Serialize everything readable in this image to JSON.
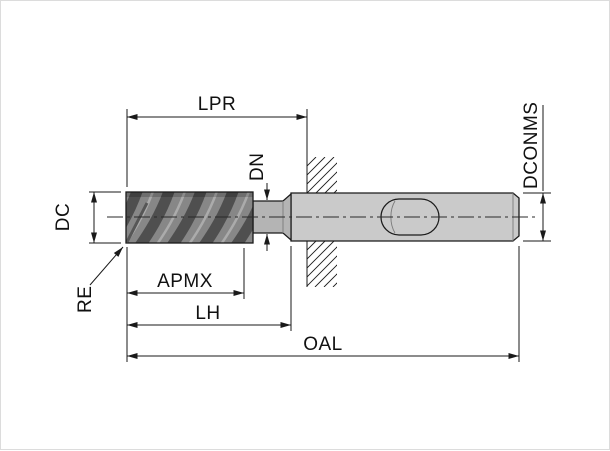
{
  "diagram": {
    "labels": {
      "lpr": "LPR",
      "dn": "DN",
      "dc": "DC",
      "re": "RE",
      "apmx": "APMX",
      "lh": "LH",
      "oal": "OAL",
      "dconms": "DCONMS"
    },
    "colors": {
      "line": "#1a1a1a",
      "flute_fill": "#878787",
      "flute_dark": "#4f4f4f",
      "flute_light": "#ababab",
      "neck_fill": "#b4b4b4",
      "shank_fill": "#cacaca",
      "background": "#ffffff"
    }
  }
}
